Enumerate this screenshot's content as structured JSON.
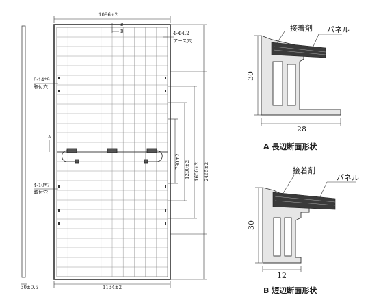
{
  "panel": {
    "top_width": "1096±2",
    "bottom_width": "1134±2",
    "thickness": "30±0.5",
    "section_mark_top": "B",
    "section_mark_bottom": "B",
    "section_mark_side": "A",
    "ground_holes": "4-Φ4.2",
    "ground_holes_label": "アース穴",
    "mount_holes_upper": "8-14*9",
    "mount_holes_upper_label": "取付穴",
    "mount_holes_lower": "4-10*7",
    "mount_holes_lower_label": "取付穴",
    "dim_790": "790±2",
    "dim_1200": "1200±2",
    "dim_1600": "1600±2",
    "dim_2465": "2465±2"
  },
  "section_a": {
    "adhesive": "接着剤",
    "panel": "パネル",
    "height": "30",
    "width": "28",
    "caption": "A 長辺断面形状"
  },
  "section_b": {
    "adhesive": "接着剤",
    "panel": "パネル",
    "height": "30",
    "width": "12",
    "caption": "B 短辺断面形状"
  },
  "colors": {
    "line": "#333333",
    "grid": "#888888",
    "fill_dark": "#3a3a3a",
    "fill_light": "#e6e6e6"
  }
}
